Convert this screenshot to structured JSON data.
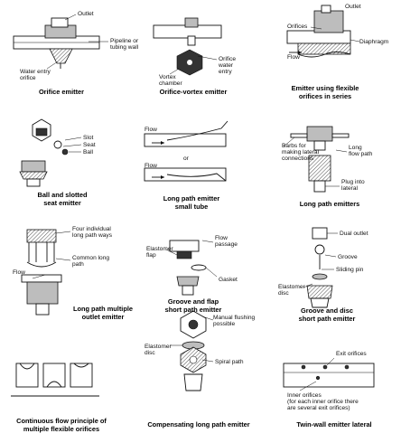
{
  "panels": [
    {
      "caption": "Orifice emitter",
      "labels": {
        "outlet": "Outlet",
        "pipeline": "Pipeline or\ntubing wall",
        "water_entry": "Water entry\norifice"
      }
    },
    {
      "caption": "Orifice-vortex emitter",
      "labels": {
        "vortex": "Vortex\nchamber",
        "orifice_entry": "Orifice\nwater\nentry"
      }
    },
    {
      "caption": "Emitter using flexible\norifices in series",
      "labels": {
        "outlet": "Outlet",
        "orifices": "Orifices",
        "diaphragm": "Diaphragm",
        "flow": "Flow"
      }
    },
    {
      "caption": "Ball and slotted\nseat emitter",
      "labels": {
        "slot": "Slot",
        "seat": "Seat",
        "ball": "Ball"
      }
    },
    {
      "caption": "Long path emitter\nsmall tube",
      "labels": {
        "flow1": "Flow",
        "or": "or",
        "flow2": "Flow"
      }
    },
    {
      "caption": "Long path emitters",
      "labels": {
        "barbs": "Barbs for\nmaking lateral\nconnections",
        "long_flow": "Long\nflow path",
        "plug": "Plug into\nlateral"
      }
    },
    {
      "caption": "Long path multiple\noutlet emitter",
      "labels": {
        "four_paths": "Four individual\nlong path ways",
        "common": "Common long\npath",
        "flow": "Flow"
      }
    },
    {
      "caption": "Groove and flap\nshort path emitter",
      "labels": {
        "elastomer_flap": "Elastomer\nflap",
        "flow_passage": "Flow\npassage",
        "gasket": "Gasket"
      }
    },
    {
      "caption": "Groove and disc\nshort path emitter",
      "labels": {
        "dual_outlet": "Dual outlet",
        "groove": "Groove",
        "sliding_pin": "Sliding pin",
        "elastomer_disc": "Elastomer\ndisc"
      }
    },
    {
      "caption": "Continuous flow principle of\nmultiple flexible orifices",
      "labels": {}
    },
    {
      "caption": "Compensating long path emitter",
      "labels": {
        "manual_flushing": "Manual flushing\npossible",
        "elastomer_disc": "Elastomer\ndisc",
        "spiral_path": "Spiral path"
      }
    },
    {
      "caption": "Twin-wall emitter lateral",
      "labels": {
        "exit_orifices": "Exit orifices",
        "inner_orifices": "Inner orifices\n(for each inner orifice there\nare several exit orifices)"
      }
    }
  ]
}
